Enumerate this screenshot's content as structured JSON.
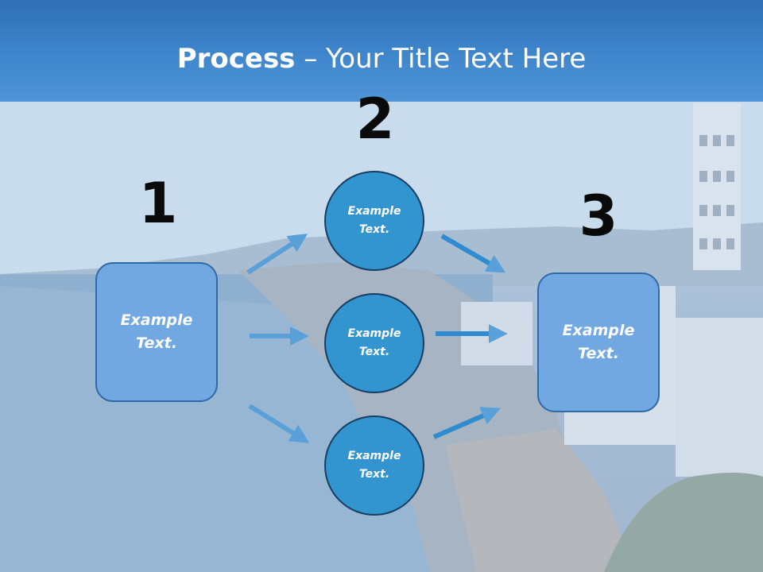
{
  "slide": {
    "title_bold": "Process",
    "title_rest": " – Your Title Text Here",
    "numbers": [
      "1",
      "2",
      "3"
    ],
    "box_left": "Example Text.",
    "box_right": "Example Text.",
    "circles": [
      "Example Text.",
      "Example Text.",
      "Example Text."
    ]
  },
  "colors": {
    "header": "#3f86cc",
    "box_fill": "#72a8e1",
    "circle_fill": "#3295cf",
    "arrow": "#5aa0d8"
  }
}
